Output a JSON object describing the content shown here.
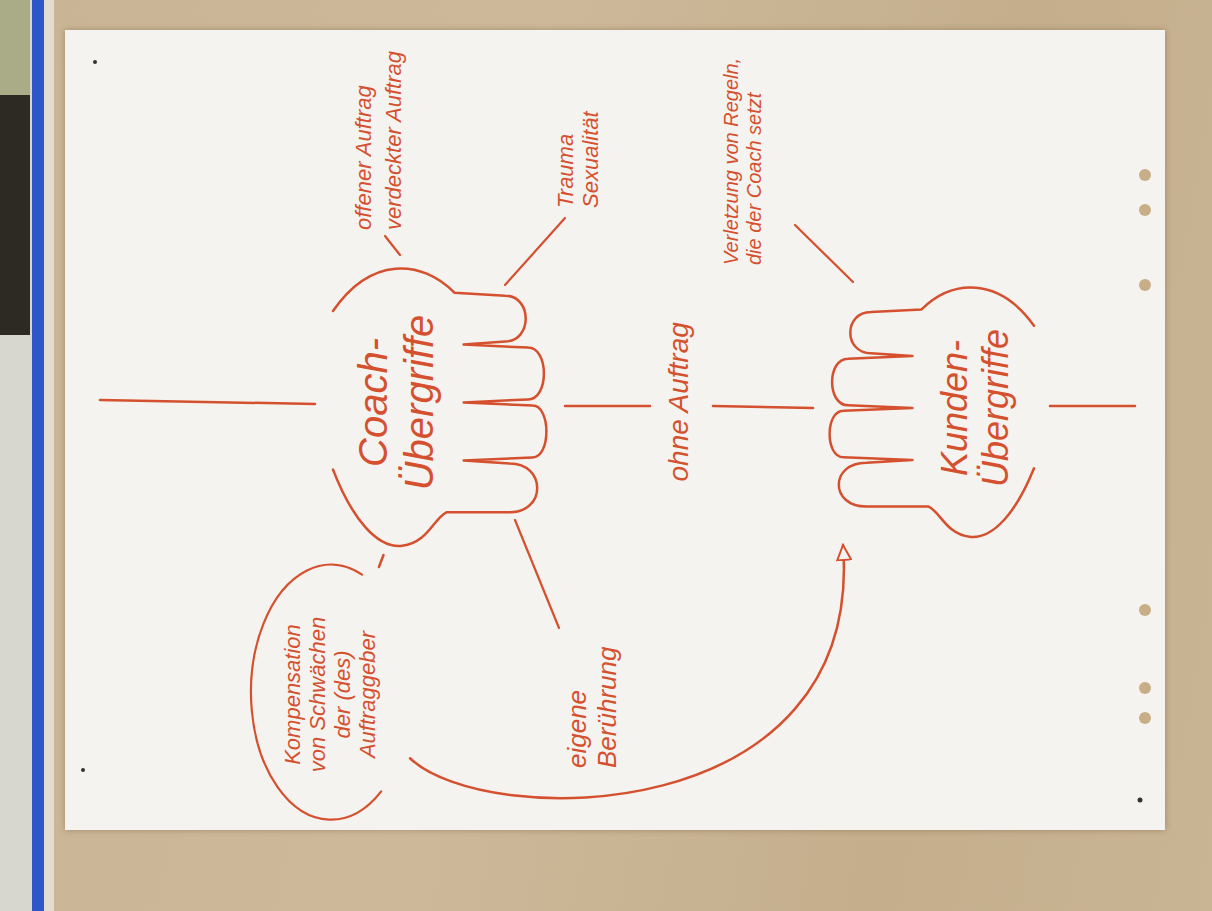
{
  "diagram": {
    "nodes": [
      {
        "text": [
          "Coach-Übergriffe"
        ]
      },
      {
        "text": [
          "Kompensation von Schwächen der (des) Auftraggeber"
        ]
      },
      {
        "text": [
          "Kunden-Übergriffe"
        ]
      }
    ],
    "edges": [
      {
        "from": 1,
        "to": 0,
        "arrow": "none"
      },
      {
        "from": 1,
        "to": 2,
        "arrow": "to"
      }
    ],
    "labels": [
      "offener Auftrag",
      "verdeckter Auftrag",
      "Trauma Sexualität",
      "ohne Auftrag",
      "eigene Berührung",
      "Verletzung von Regeln, die der Coach setzt"
    ]
  }
}
